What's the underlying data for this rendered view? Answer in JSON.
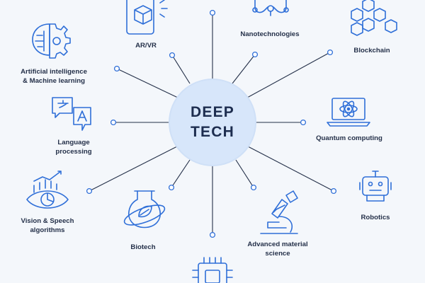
{
  "hub": {
    "line1": "DEEP",
    "line2": "TECH"
  },
  "nodes": [
    {
      "id": "ai",
      "label_lines": [
        "Artificial intelligence",
        "& Machine learning"
      ],
      "icon": "brain-circuit-icon"
    },
    {
      "id": "arvr",
      "label_lines": [
        "AR/VR"
      ],
      "icon": "ar-vr-cube-icon"
    },
    {
      "id": "nano",
      "label_lines": [
        "Nanotechnologies"
      ],
      "icon": "nano-molecule-icon"
    },
    {
      "id": "blockchain",
      "label_lines": [
        "Blockchain"
      ],
      "icon": "blockchain-cubes-icon"
    },
    {
      "id": "language",
      "label_lines": [
        "Language",
        "processing"
      ],
      "icon": "translate-bubbles-icon"
    },
    {
      "id": "quantum",
      "label_lines": [
        "Quantum computing"
      ],
      "icon": "laptop-atom-icon"
    },
    {
      "id": "vision",
      "label_lines": [
        "Vision & Speech",
        "algorithms"
      ],
      "icon": "eye-chart-icon"
    },
    {
      "id": "biotech",
      "label_lines": [
        "Biotech"
      ],
      "icon": "flask-leaf-icon"
    },
    {
      "id": "materials",
      "label_lines": [
        "Advanced material",
        "science"
      ],
      "icon": "microscope-icon"
    },
    {
      "id": "robotics",
      "label_lines": [
        "Robotics"
      ],
      "icon": "robot-icon"
    },
    {
      "id": "chip",
      "label_lines": [],
      "icon": "microchip-icon"
    }
  ],
  "colors": {
    "icon": "#2f6fd8",
    "line": "#243049",
    "hub_fill": "#d7e6fa",
    "text": "#243049",
    "background": "#f4f7fb"
  }
}
